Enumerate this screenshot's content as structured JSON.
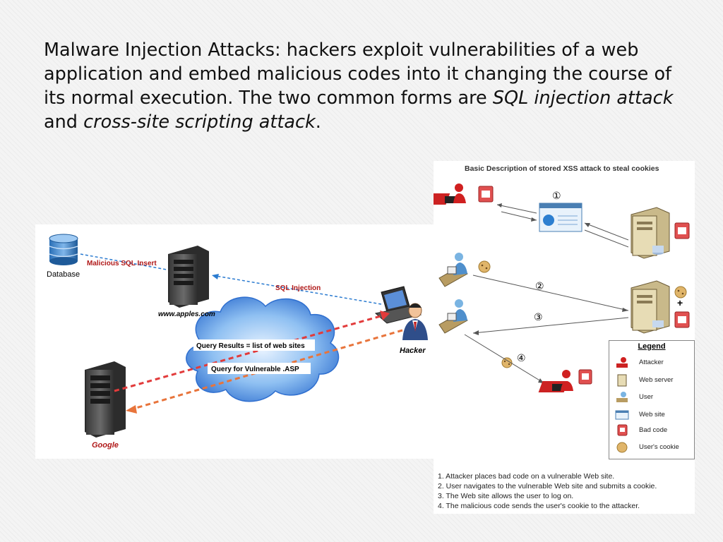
{
  "slide": {
    "title_part1": "Malware Injection Attacks: hackers exploit vulnerabilities of a web application and embed malicious codes into it changing the course of its normal execution. The two common forms are ",
    "title_em1": "SQL injection attack",
    "title_and": " and ",
    "title_em2": "cross-site scripting attack",
    "title_end": "."
  },
  "sql_diagram": {
    "database_label": "Database",
    "malicious_insert_label": "Malicious SQL Insert",
    "sql_injection_label": "SQL Injection",
    "apples_label": "www.apples.com",
    "hacker_label": "Hacker",
    "query_results_label": "Query Results = list of web sites",
    "query_vulnerable_label": "Query for Vulnerable .ASP",
    "google_label": "Google"
  },
  "xss_diagram": {
    "title": "Basic Description of stored XSS attack to steal cookies",
    "step_markers": [
      "①",
      "②",
      "③",
      "④"
    ],
    "plus_sign": "+",
    "legend": {
      "title": "Legend",
      "items": [
        {
          "icon": "attacker-icon",
          "label": "Attacker"
        },
        {
          "icon": "web-server-icon",
          "label": "Web server"
        },
        {
          "icon": "user-icon",
          "label": "User"
        },
        {
          "icon": "web-site-icon",
          "label": "Web site"
        },
        {
          "icon": "bad-code-icon",
          "label": "Bad code"
        },
        {
          "icon": "cookie-icon",
          "label": "User's cookie"
        }
      ]
    },
    "steps": [
      "1. Attacker places bad code on a vulnerable Web site.",
      "2. User navigates to the vulnerable Web site and submits a cookie.",
      "3. The Web site allows the user to log on.",
      "4. The malicious code sends the user's cookie to the attacker."
    ]
  },
  "colors": {
    "dashed_blue": "#2b7bd0",
    "dashed_red": "#e23b3b",
    "dashed_orange": "#e8743b",
    "cloud_blue": "#2f6fcf",
    "label_red": "#b01818"
  }
}
